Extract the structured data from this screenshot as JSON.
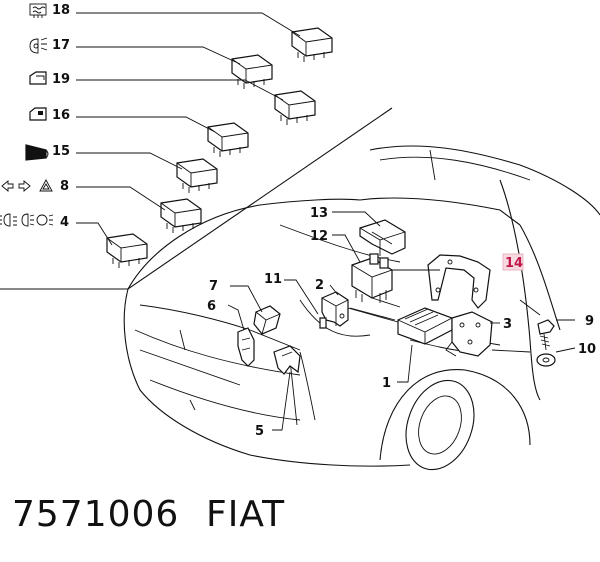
{
  "diagram": {
    "relay_callouts": [
      {
        "label": "18",
        "icon": "rear-defrost-icon"
      },
      {
        "label": "17",
        "icon": "headlamp-icon"
      },
      {
        "label": "19",
        "icon": "power-window-icon"
      },
      {
        "label": "16",
        "icon": "door-lock-icon"
      },
      {
        "label": "15",
        "icon": "horn-icon"
      },
      {
        "label": "8",
        "icon": "hazard-turn-signal-icon"
      },
      {
        "label": "4",
        "icon": "fog-lamp-icon"
      }
    ],
    "part_callouts": [
      "13",
      "12",
      "14",
      "7",
      "11",
      "2",
      "6",
      "3",
      "9",
      "10",
      "1",
      "5"
    ],
    "highlight_color": "#c0184a"
  },
  "footer": {
    "part_number": "7571006",
    "brand": "FIAT"
  }
}
